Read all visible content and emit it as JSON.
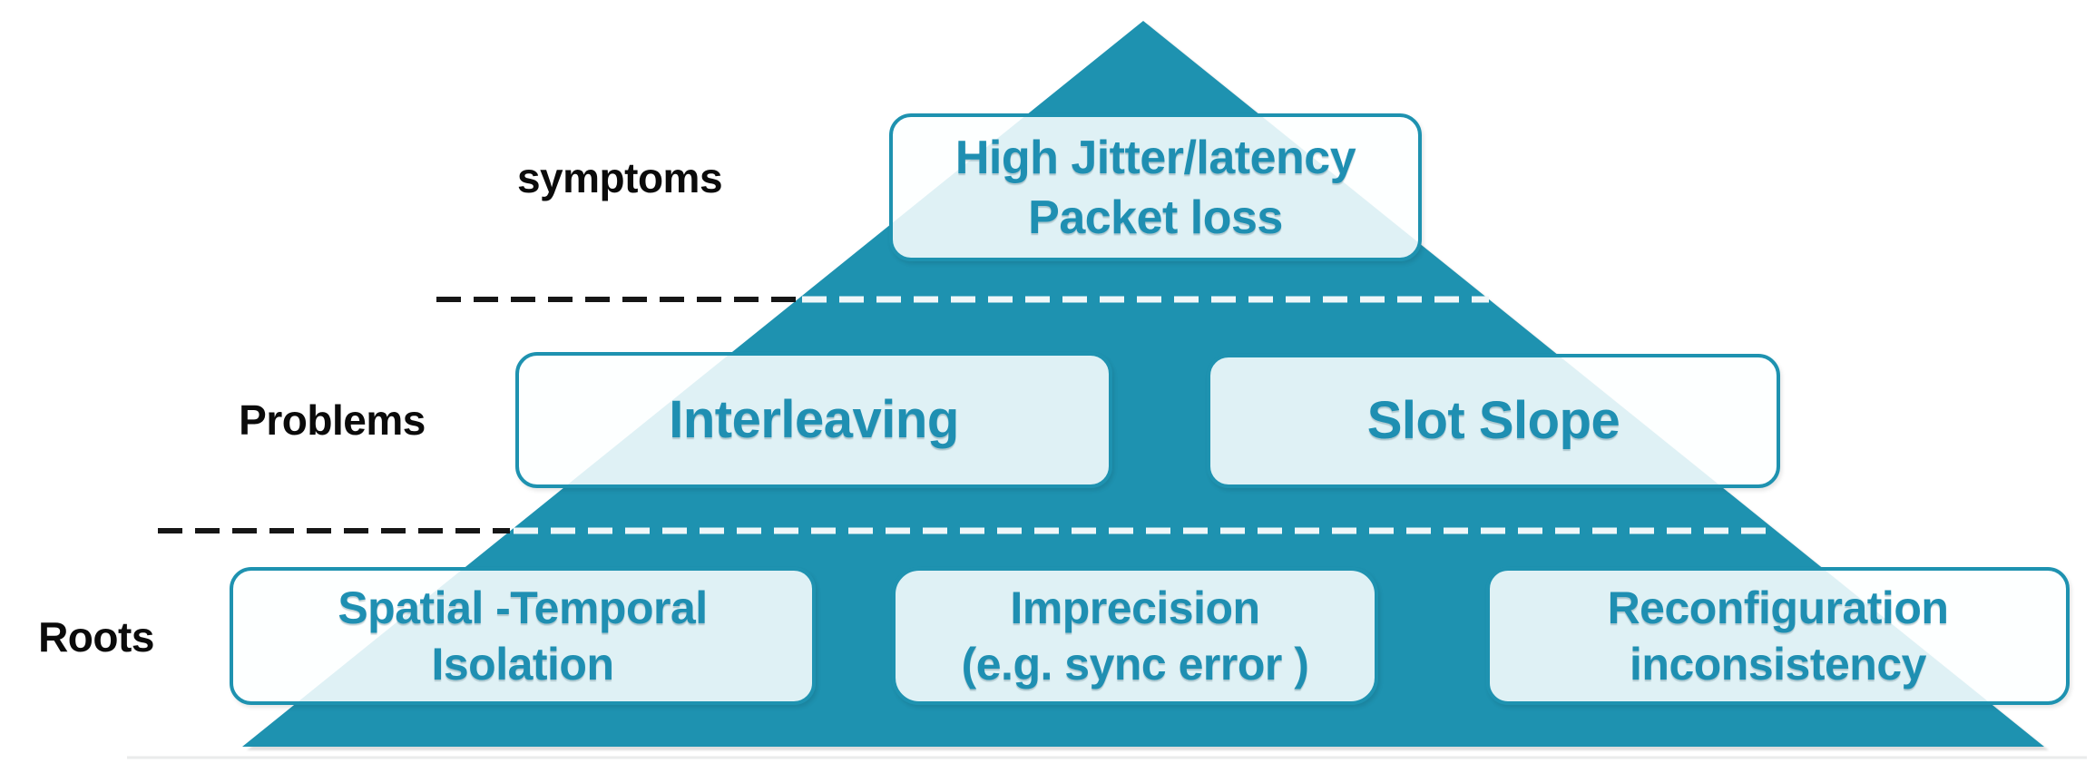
{
  "colors": {
    "teal": "#1E92B0",
    "teal_text": "#1F8FB2",
    "box_fill": "rgba(253,255,255,0.87)",
    "dash_black": "#161616",
    "dash_white": "#F0F7F9",
    "label_color": "#0B0B0B",
    "baseline_gray": "#EAEBEB"
  },
  "pyramid": {
    "levels": [
      {
        "label": "symptoms",
        "boxes": [
          {
            "lines": [
              "High Jitter/latency",
              "Packet loss"
            ]
          }
        ]
      },
      {
        "label": "Problems",
        "boxes": [
          {
            "lines": [
              "Interleaving"
            ]
          },
          {
            "lines": [
              "Slot Slope"
            ]
          }
        ]
      },
      {
        "label": "Roots",
        "boxes": [
          {
            "lines": [
              "Spatial -Temporal",
              "Isolation"
            ]
          },
          {
            "lines": [
              "Imprecision",
              "(e.g. sync error )"
            ]
          },
          {
            "lines": [
              "Reconfiguration",
              "inconsistency"
            ]
          }
        ]
      }
    ]
  }
}
